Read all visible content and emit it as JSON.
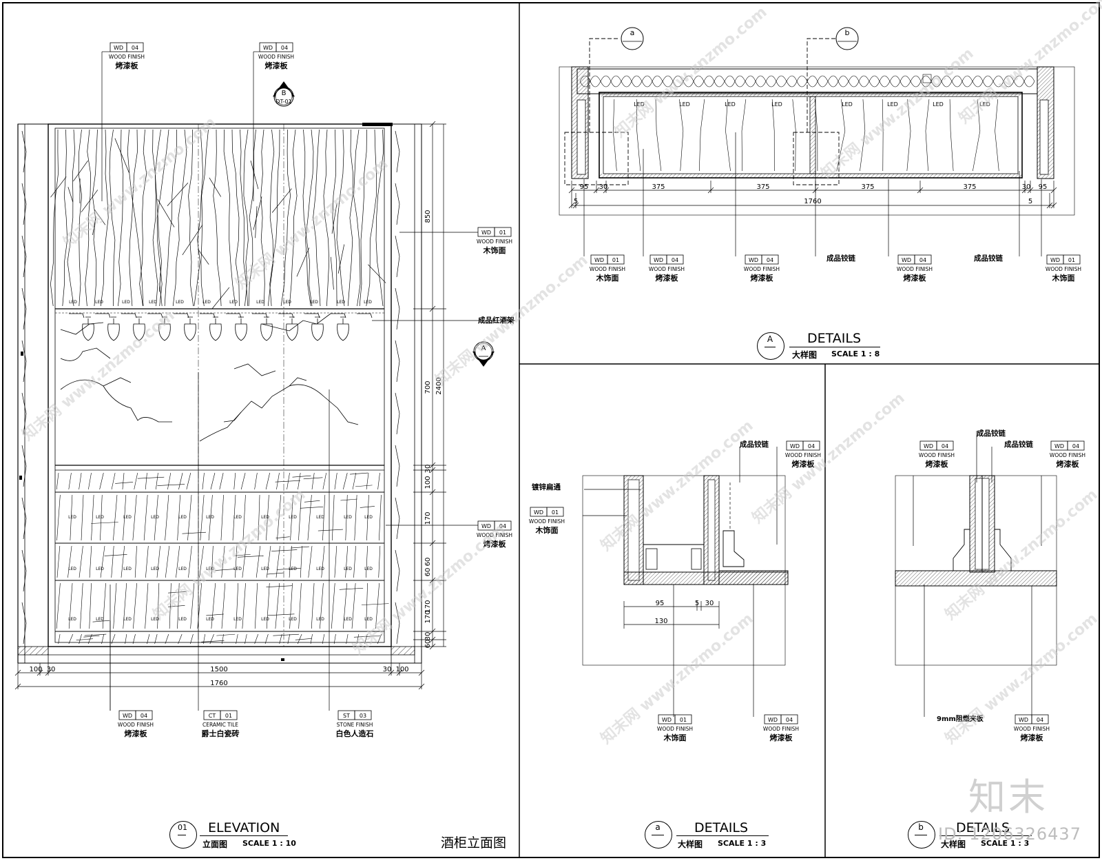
{
  "sheet": {
    "watermark_text": "www.znzmo.com",
    "watermark_brand": "知末网",
    "logo_text": "知末",
    "id_text": "ID: 1206326437"
  },
  "elevation": {
    "title_no": "01",
    "title": "ELEVATION",
    "subtitle": "立面图",
    "scale": "SCALE 1 : 10",
    "drawing_name": "酒柜立面图",
    "section_ref_b": {
      "letter": "B",
      "sheet": "DT-01"
    },
    "section_ref_a": {
      "letter": "A",
      "sheet": ""
    },
    "led_label": "LED",
    "tags": [
      {
        "code": "WD",
        "no": "04",
        "finish": "WOOD FINISH",
        "name": "烤漆板"
      },
      {
        "code": "WD",
        "no": "04",
        "finish": "WOOD FINISH",
        "name": "烤漆板"
      },
      {
        "code": "WD",
        "no": "01",
        "finish": "WOOD FINISH",
        "name": "木饰面"
      },
      {
        "code": "WD",
        "no": "04",
        "finish": "WOOD FINISH",
        "name": "烤漆板"
      },
      {
        "code": "WD",
        "no": "04",
        "finish": "WOOD FINISH",
        "name": "烤漆板"
      },
      {
        "code": "CT",
        "no": "01",
        "finish": "CERAMIC TILE",
        "name": "爵士白瓷砖"
      },
      {
        "code": "ST",
        "no": "03",
        "finish": "STONE FINISH",
        "name": "白色人造石"
      }
    ],
    "note_wine_rack": "成品红酒架",
    "dims_vertical": [
      "850",
      "700",
      "2400",
      "30",
      "100",
      "170",
      "60",
      "170",
      "60",
      "170",
      "30",
      "60"
    ],
    "dims_horizontal": [
      "100",
      "30",
      "1500",
      "30",
      "100",
      "1760"
    ]
  },
  "detail_A": {
    "letter": "A",
    "title": "DETAILS",
    "subtitle": "大样图",
    "scale": "SCALE 1 : 8",
    "callout_a": "a",
    "callout_b": "b",
    "dims": [
      "95",
      "30",
      "375",
      "375",
      "375",
      "375",
      "30",
      "95",
      "5",
      "1760",
      "5"
    ],
    "hinge_label": "成品铰链",
    "tags": [
      {
        "code": "WD",
        "no": "01",
        "finish": "WOOD FINISH",
        "name": "木饰面"
      },
      {
        "code": "WD",
        "no": "04",
        "finish": "WOOD FINISH",
        "name": "烤漆板"
      },
      {
        "code": "WD",
        "no": "04",
        "finish": "WOOD FINISH",
        "name": "烤漆板"
      },
      {
        "code": "WD",
        "no": "04",
        "finish": "WOOD FINISH",
        "name": "烤漆板"
      },
      {
        "code": "WD",
        "no": "01",
        "finish": "WOOD FINISH",
        "name": "木饰面"
      }
    ]
  },
  "detail_a": {
    "letter": "a",
    "title": "DETAILS",
    "subtitle": "大样图",
    "scale": "SCALE 1 : 3",
    "note_tube": "镀锌扁通",
    "hinge_label": "成品铰链",
    "dims": [
      "95",
      "5",
      "30",
      "130"
    ],
    "tags": [
      {
        "code": "WD",
        "no": "04",
        "finish": "WOOD FINISH",
        "name": "烤漆板"
      },
      {
        "code": "WD",
        "no": "01",
        "finish": "WOOD FINISH",
        "name": "木饰面"
      },
      {
        "code": "WD",
        "no": "01",
        "finish": "WOOD FINISH",
        "name": "木饰面"
      },
      {
        "code": "WD",
        "no": "04",
        "finish": "WOOD FINISH",
        "name": "烤漆板"
      }
    ]
  },
  "detail_b": {
    "letter": "b",
    "title": "DETAILS",
    "subtitle": "大样图",
    "scale": "SCALE 1 : 3",
    "hinge_label_1": "成品铰链",
    "hinge_label_2": "成品铰链",
    "note_board": "9mm阻燃夹板",
    "tags": [
      {
        "code": "WD",
        "no": "04",
        "finish": "WOOD FINISH",
        "name": "烤漆板"
      },
      {
        "code": "WD",
        "no": "04",
        "finish": "WOOD FINISH",
        "name": "烤漆板"
      },
      {
        "code": "WD",
        "no": "04",
        "finish": "WOOD FINISH",
        "name": "烤漆板"
      }
    ]
  }
}
